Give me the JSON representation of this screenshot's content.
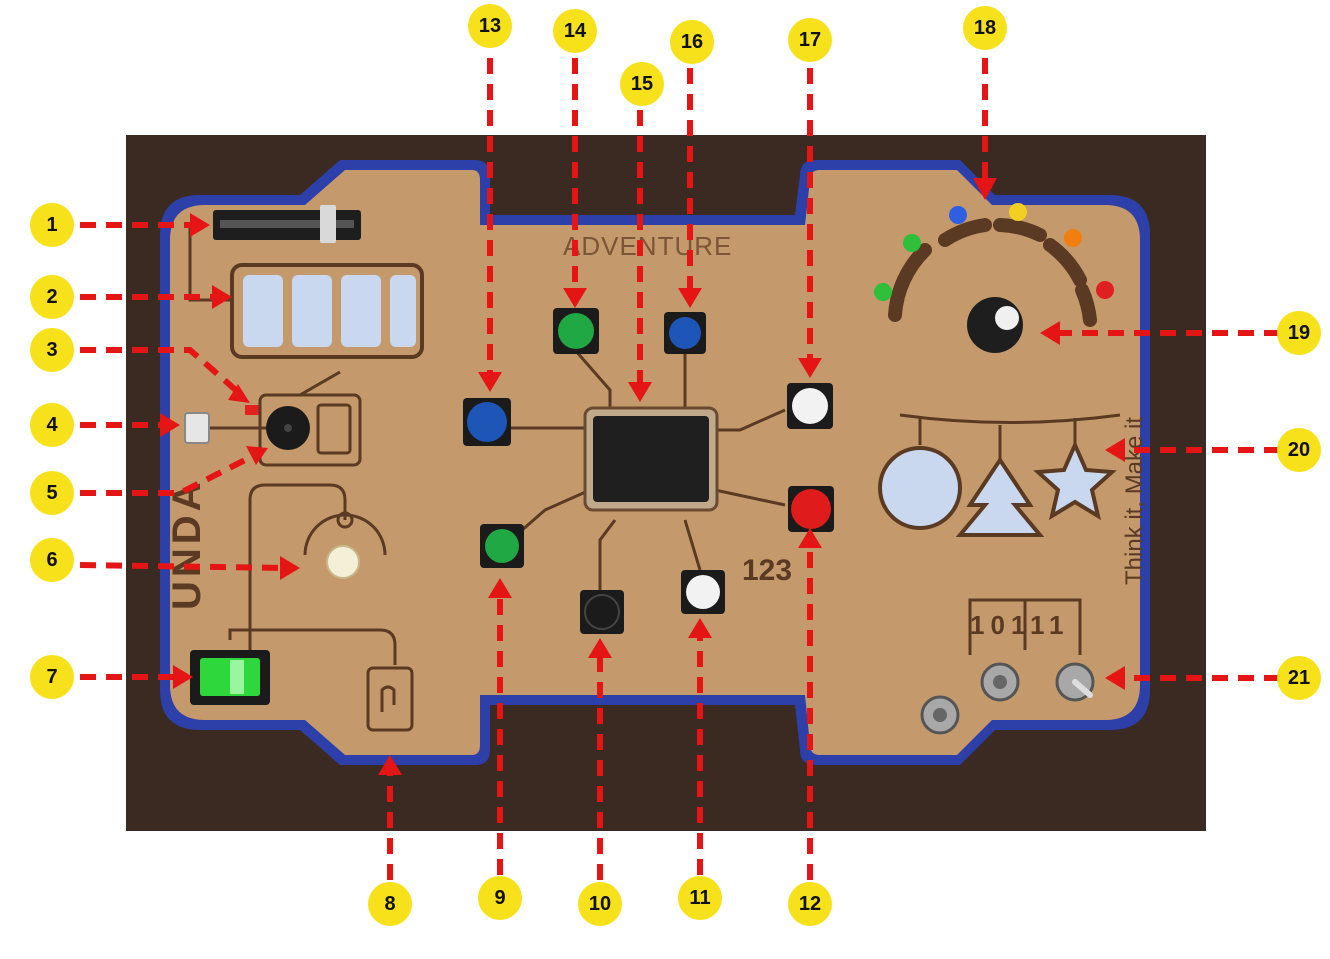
{
  "board": {
    "brand": "UNDA",
    "title": "ADVENTURE",
    "tagline": "Think it, Make it",
    "binary_label": "10111",
    "counter_text": "123"
  },
  "colors": {
    "table": "#3a2a22",
    "wood": "#c49a6c",
    "edge": "#2d3fa8",
    "engrave": "#5a3a22",
    "arrow": "#e51515",
    "callout": "#f7e11b"
  },
  "callouts": [
    "1",
    "2",
    "3",
    "4",
    "5",
    "6",
    "7",
    "8",
    "9",
    "10",
    "11",
    "12",
    "13",
    "14",
    "15",
    "16",
    "17",
    "18",
    "19",
    "20",
    "21"
  ],
  "buttons": [
    {
      "id": "13",
      "color": "#1e56b8"
    },
    {
      "id": "14",
      "color": "#1fa843"
    },
    {
      "id": "16",
      "color": "#1e56b8"
    },
    {
      "id": "17",
      "color": "#f2f2f2"
    },
    {
      "id": "12",
      "color": "#e01b1b"
    },
    {
      "id": "11",
      "color": "#f2f2f2"
    },
    {
      "id": "10",
      "color": "#1b1b1b"
    },
    {
      "id": "9",
      "color": "#1fa843"
    }
  ],
  "leds": [
    "#2fbf3a",
    "#2fbf3a",
    "#2f5fe0",
    "#f0d020",
    "#f07f10",
    "#e02020"
  ]
}
